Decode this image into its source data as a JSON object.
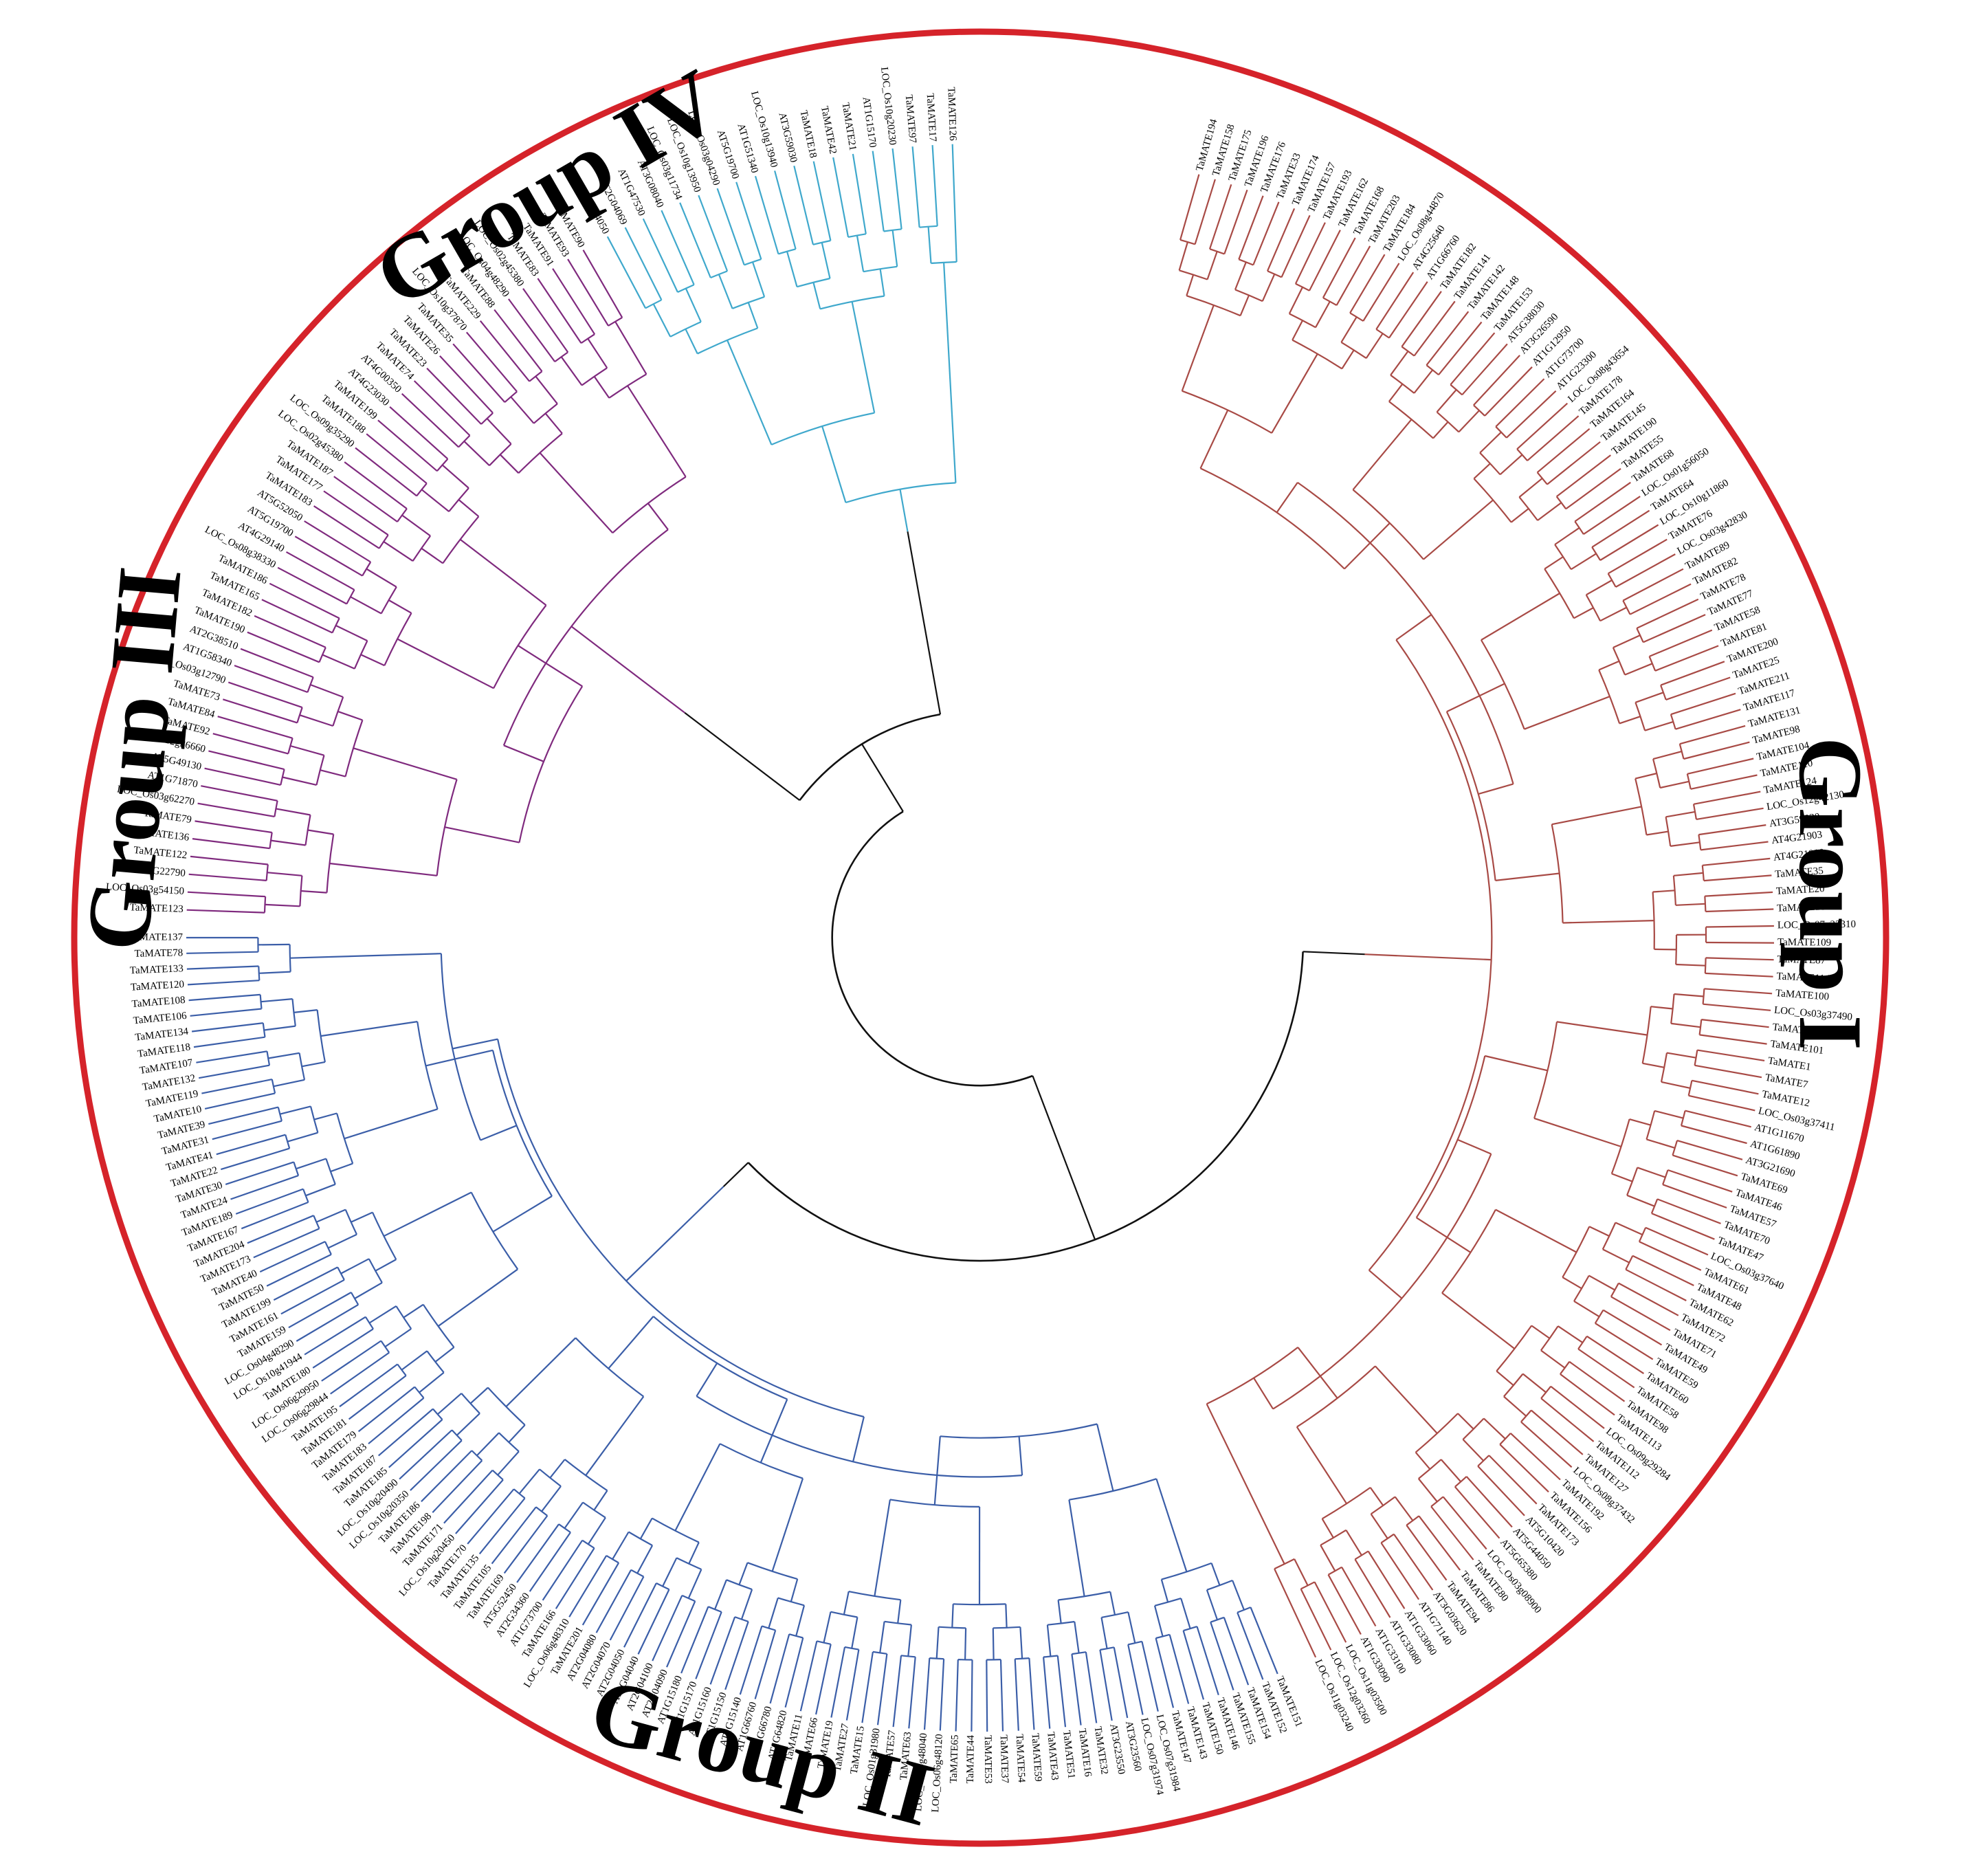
{
  "groups": [
    {
      "id": "I",
      "label": "Group I",
      "color": "#a84a45",
      "leaves": [
        "TaMATE194",
        "TaMATE158",
        "TaMATE175",
        "TaMATE196",
        "TaMATE176",
        "TaMATE33",
        "TaMATE174",
        "TaMATE157",
        "TaMATE193",
        "TaMATE162",
        "TaMATE168",
        "TaMATE203",
        "TaMATE184",
        "LOC_Os08g44870",
        "AT4G25640",
        "AT1G66760",
        "TaMATE182",
        "TaMATE141",
        "TaMATE142",
        "TaMATE148",
        "TaMATE153",
        "AT5G38030",
        "AT3G26590",
        "AT1G12950",
        "AT1G73700",
        "AT1G23300",
        "LOC_Os08g43654",
        "TaMATE178",
        "TaMATE164",
        "TaMATE145",
        "TaMATE190",
        "TaMATE55",
        "TaMATE68",
        "LOC_Os01g56050",
        "TaMATE64",
        "LOC_Os10g11860",
        "TaMATE76",
        "LOC_Os03g42830",
        "TaMATE89",
        "TaMATE82",
        "TaMATE78",
        "TaMATE77",
        "TaMATE58",
        "TaMATE81",
        "TaMATE200",
        "TaMATE25",
        "TaMATE211",
        "TaMATE117",
        "TaMATE131",
        "TaMATE98",
        "TaMATE104",
        "TaMATE110",
        "TaMATE124",
        "LOC_Os12g42130",
        "AT3G59030",
        "AT4G21903",
        "AT4G21910",
        "TaMATE35",
        "TaMATE20",
        "TaMATE28",
        "LOC_Os07g33310",
        "TaMATE109",
        "TaMATE87",
        "TaMATE114",
        "TaMATE100",
        "LOC_Os03g37490",
        "TaMATE56",
        "TaMATE101",
        "TaMATE1",
        "TaMATE7",
        "TaMATE12",
        "LOC_Os03g37411",
        "AT1G11670",
        "AT1G61890",
        "AT3G21690",
        "TaMATE69",
        "TaMATE46",
        "TaMATE57",
        "TaMATE70",
        "TaMATE47",
        "LOC_Os03g37640",
        "TaMATE61",
        "TaMATE48",
        "TaMATE62",
        "TaMATE72",
        "TaMATE71",
        "TaMATE49",
        "TaMATE59",
        "TaMATE60",
        "TaMATE58",
        "TaMATE98",
        "TaMATE113",
        "LOC_Os09g29284",
        "TaMATE112",
        "TaMATE127",
        "LOC_Os08g37432",
        "TaMATE192",
        "TaMATE156",
        "TaMATE173",
        "AT5G10420",
        "AT5G44050",
        "AT5G65380",
        "LOC_Os03g08900",
        "TaMATE80",
        "TaMATE86",
        "TaMATE94",
        "AT3G03620",
        "AT1G71140",
        "AT1G33060",
        "AT1G33080",
        "AT1G33100",
        "AT1G33090",
        "LOC_Os11g03500",
        "LOC_Os12g03260",
        "LOC_Os11g03240"
      ]
    },
    {
      "id": "II",
      "label": "Group II",
      "color": "#3b5ea8",
      "leaves": [
        "TaMATE151",
        "TaMATE152",
        "TaMATE154",
        "TaMATE155",
        "TaMATE146",
        "TaMATE150",
        "TaMATE143",
        "TaMATE147",
        "LOC_Os07g31984",
        "LOC_Os07g31974",
        "AT3G23560",
        "AT3G23550",
        "TaMATE32",
        "TaMATE16",
        "TaMATE51",
        "TaMATE43",
        "TaMATE59",
        "TaMATE54",
        "TaMATE37",
        "TaMATE53",
        "TaMATE44",
        "TaMATE65",
        "LOC_Os06g48120",
        "LOC_Os09g48040",
        "TaMATE63",
        "TaMATE57",
        "LOC_Os01g31980",
        "TaMATE15",
        "TaMATE27",
        "TaMATE19",
        "TaMATE66",
        "TaMATE11",
        "AT1G64820",
        "AT1G66780",
        "AT1G66760",
        "AT1G15140",
        "AT1G15150",
        "AT1G15160",
        "AT1G15170",
        "AT1G15180",
        "AT2G04090",
        "AT2G04100",
        "AT2G04040",
        "AT2G04050",
        "AT2G04070",
        "AT2G04080",
        "TaMATE201",
        "LOC_Os06g48310",
        "TaMATE166",
        "AT1G73700",
        "AT2G34360",
        "AT5G52450",
        "TaMATE169",
        "TaMATE105",
        "TaMATE135",
        "TaMATE170",
        "LOC_Os10g20450",
        "TaMATE171",
        "TaMATE198",
        "TaMATE186",
        "LOC_Os10g20350",
        "LOC_Os10g20490",
        "TaMATE185",
        "TaMATE187",
        "TaMATE183",
        "TaMATE179",
        "TaMATE181",
        "TaMATE195",
        "LOC_Os06g29844",
        "LOC_Os06g29950",
        "TaMATE180",
        "LOC_Os10g41944",
        "LOC_Os04g48290",
        "TaMATE159",
        "TaMATE161",
        "TaMATE199",
        "TaMATE50",
        "TaMATE40",
        "TaMATE173",
        "TaMATE204",
        "TaMATE167",
        "TaMATE189",
        "TaMATE24",
        "TaMATE30",
        "TaMATE22",
        "TaMATE41",
        "TaMATE31",
        "TaMATE39",
        "TaMATE10",
        "TaMATE119",
        "TaMATE132",
        "TaMATE107",
        "TaMATE118",
        "TaMATE134",
        "TaMATE106",
        "TaMATE108",
        "TaMATE120",
        "TaMATE133",
        "TaMATE78",
        "TaMATE137"
      ]
    },
    {
      "id": "III",
      "label": "Group III",
      "color": "#7f2a7e",
      "leaves": [
        "TaMATE123",
        "LOC_Os03g54150",
        "AT4G22790",
        "TaMATE122",
        "TaMATE136",
        "TaMATE79",
        "LOC_Os03g62270",
        "AT1G71870",
        "AT5G49130",
        "LOC_Os12g36660",
        "TaMATE92",
        "TaMATE84",
        "TaMATE73",
        "LOC_Os03g12790",
        "AT1G58340",
        "AT2G38510",
        "TaMATE190",
        "TaMATE182",
        "TaMATE165",
        "TaMATE186",
        "LOC_Os08g38330",
        "AT4G29140",
        "AT5G19700",
        "AT5G52050",
        "TaMATE183",
        "TaMATE177",
        "TaMATE187",
        "LOC_Os02g45380",
        "LOC_Os09g35290",
        "TaMATE188",
        "TaMATE199",
        "AT4G23030",
        "AT4G00350",
        "TaMATE74",
        "TaMATE23",
        "TaMATE26",
        "TaMATE35",
        "LOC_Os10g37870",
        "TaMATE229",
        "TaMATE88",
        "LOC_Os04g48290",
        "LOC_Os02g45380",
        "TaMATE83",
        "TaMATE91",
        "TaMATE93",
        "TaMATE90"
      ]
    },
    {
      "id": "IV",
      "label": "Group IV",
      "color": "#3fa8cc",
      "leaves": [
        "AT2G04050",
        "AT2G04069",
        "AT1G47530",
        "AT3G08040",
        "LOC_Os03g11734",
        "LOC_Os10g13950",
        "LOC_Os03g04290",
        "AT5G19700",
        "AT1G51340",
        "LOC_Os10g13940",
        "AT3G59030",
        "TaMATE18",
        "TaMATE42",
        "TaMATE21",
        "AT1G15170",
        "LOC_Os10g20230",
        "TaMATE97",
        "TaMATE17",
        "TaMATE126"
      ]
    }
  ]
}
